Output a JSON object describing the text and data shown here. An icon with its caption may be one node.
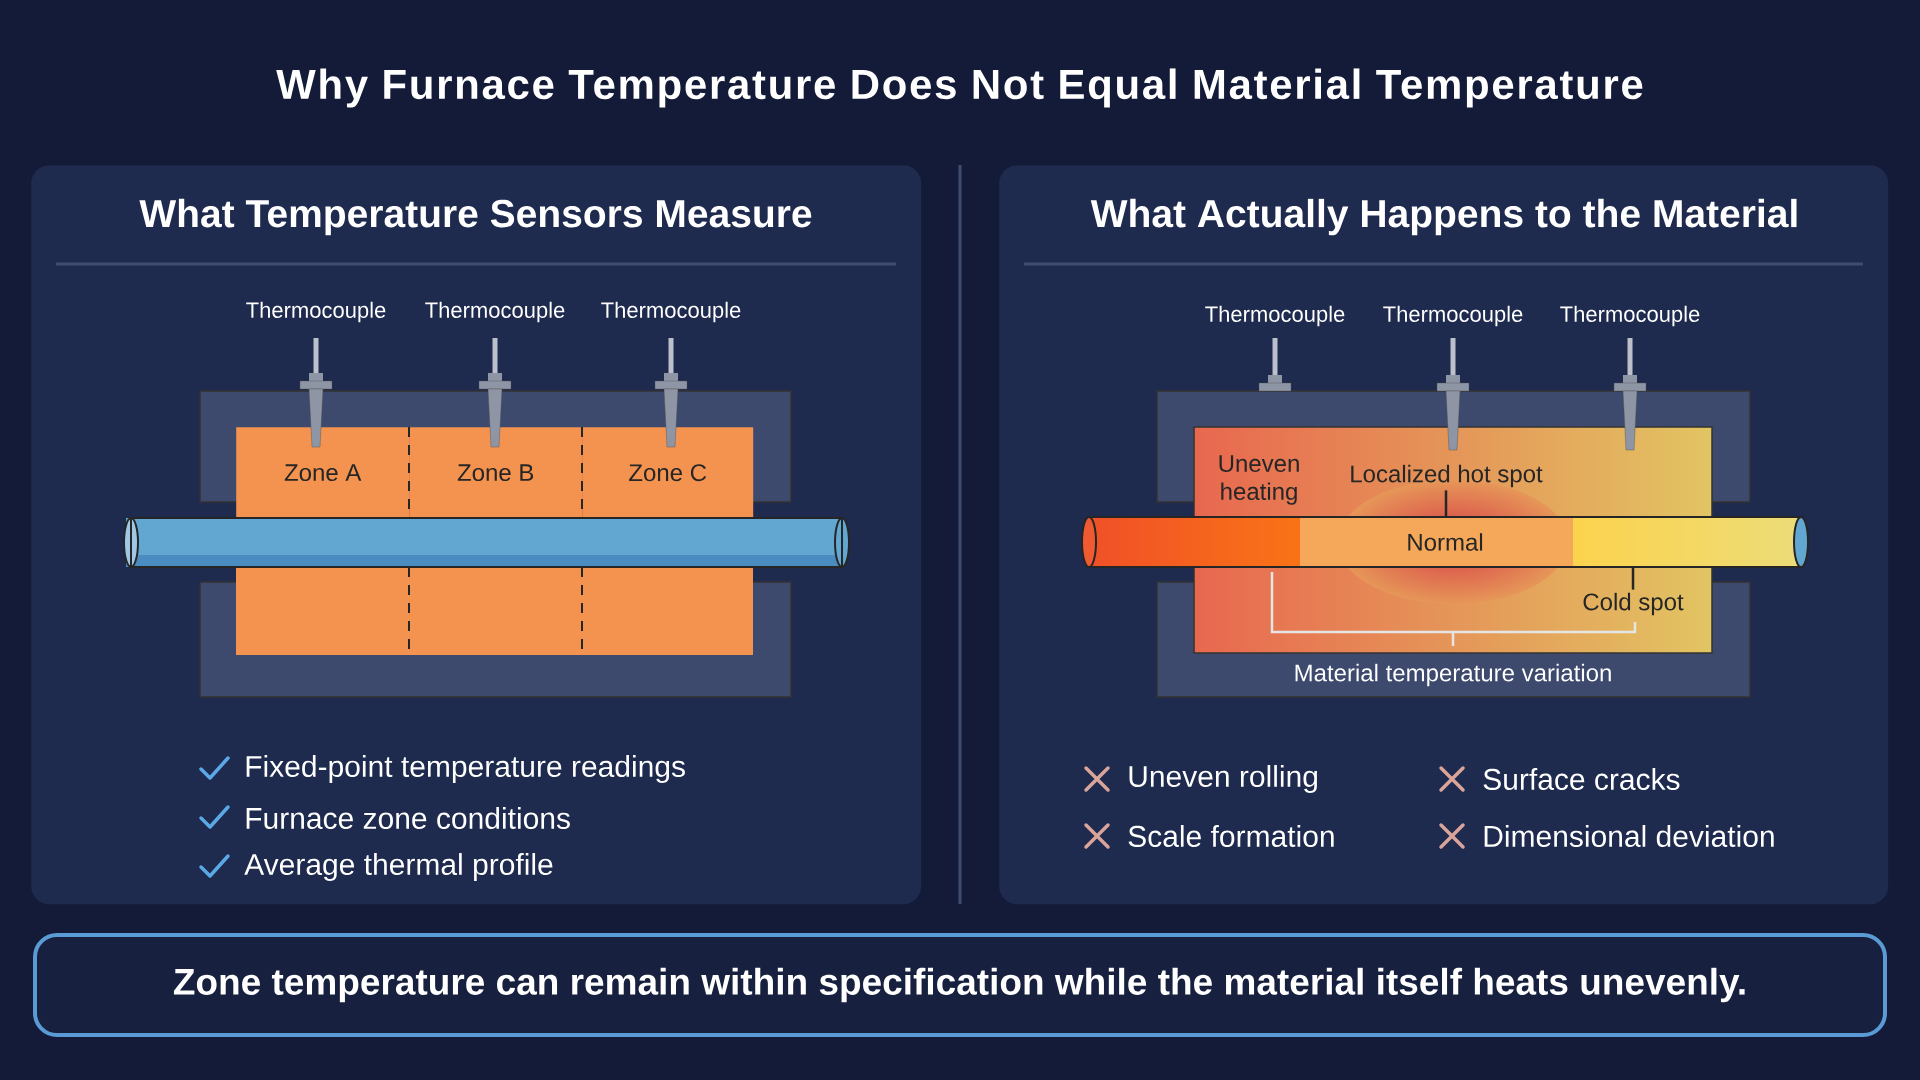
{
  "diagram": {
    "title": "Why Furnace Temperature Does Not Equal Material Temperature",
    "nodes": [
      {
        "text": [
          "What Temperature Sensors Measure",
          "Fixed-point temperature readings",
          "Furnace zone conditions",
          "Average thermal profile"
        ]
      },
      {
        "text": [
          "Zone A"
        ],
        "in": 0
      },
      {
        "text": [
          "Zone B"
        ],
        "in": 0
      },
      {
        "text": [
          "Zone C"
        ],
        "in": 0
      },
      {
        "text": [
          "What Actually Happens to the Material",
          "Uneven rolling",
          "Surface cracks",
          "Scale formation",
          "Dimensional deviation"
        ]
      },
      {
        "text": [
          "Normal"
        ],
        "in": 4
      },
      {
        "text": [
          "Localized hot spot"
        ],
        "in": 4
      },
      {
        "text": [
          "Cold spot"
        ],
        "in": 4
      },
      {
        "text": [
          "Zone temperature can remain within specification while the material itself heats unevenly."
        ]
      },
      {
        "text": [],
        "shape": "bar",
        "in": 0
      }
    ],
    "edges": [
      {
        "from": 6,
        "to": 5,
        "arrow": "none"
      },
      {
        "from": 7,
        "to": 5,
        "arrow": "none"
      }
    ],
    "labels": [
      "Thermocouple",
      "Thermocouple",
      "Thermocouple",
      "Thermocouple",
      "Thermocouple",
      "Thermocouple",
      "Uneven heating",
      "Material temperature variation"
    ]
  }
}
